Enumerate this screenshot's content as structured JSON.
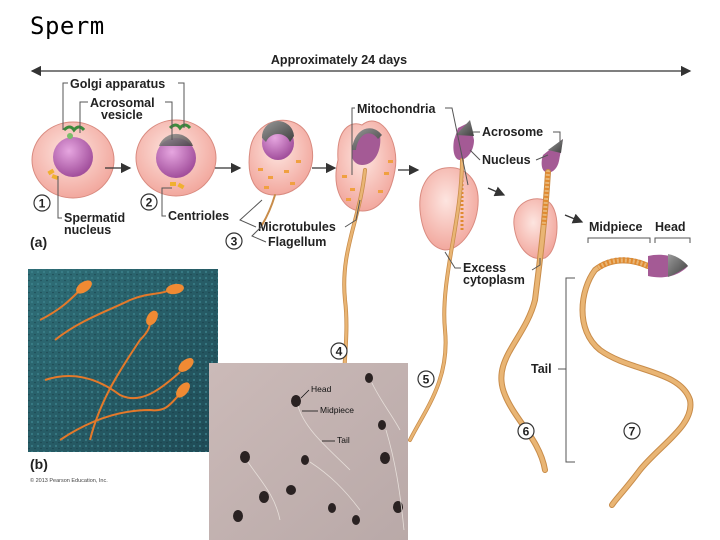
{
  "title": "Sperm",
  "timeline": {
    "label": "Approximately 24 days"
  },
  "labels": {
    "golgi": "Golgi apparatus",
    "acrosomal_vesicle_1": "Acrosomal",
    "acrosomal_vesicle_2": "vesicle",
    "mitochondria": "Mitochondria",
    "acrosome": "Acrosome",
    "nucleus": "Nucleus",
    "spermatid_nucleus_1": "Spermatid",
    "spermatid_nucleus_2": "nucleus",
    "centrioles": "Centrioles",
    "microtubules": "Microtubules",
    "flagellum": "Flagellum",
    "midpiece": "Midpiece",
    "head": "Head",
    "excess_cytoplasm_1": "Excess",
    "excess_cytoplasm_2": "cytoplasm",
    "tail": "Tail"
  },
  "steps": [
    "1",
    "2",
    "3",
    "4",
    "5",
    "6",
    "7"
  ],
  "panels": {
    "a": "(a)",
    "b": "(b)"
  },
  "micrograph_labels": {
    "head": "Head",
    "midpiece": "Midpiece",
    "tail": "Tail"
  },
  "copyright": "© 2013 Pearson Education, Inc."
}
